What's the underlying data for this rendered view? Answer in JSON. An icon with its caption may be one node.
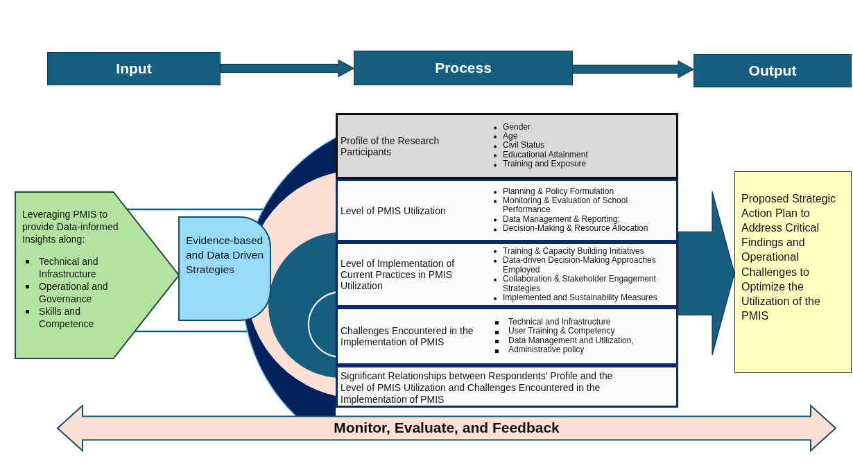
{
  "diagram": {
    "nodes": [
      {
        "text": [
          "Input"
        ]
      },
      {
        "text": [
          "Process"
        ]
      },
      {
        "text": [
          "Output"
        ]
      },
      {
        "text": [
          "Leveraging PMIS to provide Data-informed Insights along:",
          "Technical and Infrastructure",
          "Operational and Governance",
          "Skills and Competence"
        ]
      },
      {
        "text": [
          "Evidence-based and Data Driven Strategies"
        ]
      },
      {
        "text": [
          "Profile of the Research Participants",
          "Gender",
          "Age",
          "Civil Status",
          "Educational Attainment",
          "Training and Exposure"
        ]
      },
      {
        "text": [
          "Level of PMIS Utilization",
          "Planning & Policy Formulation",
          "Monitoring & Evaluation of School Performance",
          "Data Management & Reporting;",
          "Decision-Making & Resource Allocation"
        ]
      },
      {
        "text": [
          "Level of Implementation of Current Practices in PMIS Utilization",
          "Training & Capacity Building Initiatives",
          "Data-driven Decision-Making Approaches Employed",
          "Collaboration & Stakeholder Engagement Strategies",
          "Implemented and Sustainability Measures"
        ]
      },
      {
        "text": [
          "Challenges Encountered in the Implementation of PMIS",
          "Technical and Infrastructure",
          "User Training & Competency",
          "Data Management and Utilization,",
          "Administrative policy"
        ]
      },
      {
        "text": [
          "Significant Relationships between Respondents’ Profile and the Level of PMIS Utilization and Challenges Encountered in the Implementation of PMIS"
        ]
      },
      {
        "text": [
          "Proposed Strategic Action Plan to Address Critical Findings and Operational Challenges to Optimize the Utilization of the PMIS"
        ]
      },
      {
        "text": [
          "Monitor, Evaluate, and Feedback"
        ]
      }
    ],
    "edges": [
      {
        "from": 0,
        "to": 1,
        "arrow": "to"
      },
      {
        "from": 1,
        "to": 2,
        "arrow": "to"
      },
      {
        "from": 7,
        "to": 10,
        "arrow": "to",
        "style": "thick"
      }
    ]
  }
}
